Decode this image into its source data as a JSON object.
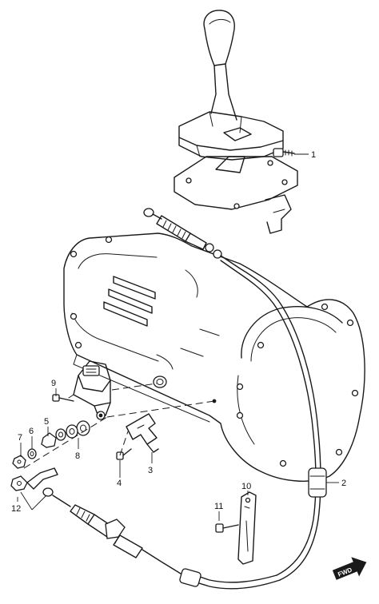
{
  "callouts": {
    "c1": "1",
    "c2": "2",
    "c3": "3",
    "c4": "4",
    "c5": "5",
    "c6": "6",
    "c7": "7",
    "c8": "8",
    "c9": "9",
    "c10": "10",
    "c11": "11",
    "c12": "12"
  },
  "direction_badge": {
    "label": "FWD"
  }
}
